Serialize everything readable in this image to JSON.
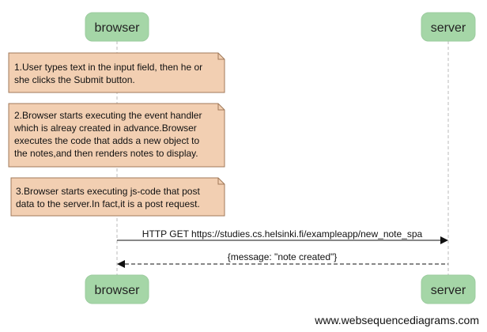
{
  "participants": {
    "browser": "browser",
    "server": "server"
  },
  "notes": [
    {
      "lines": [
        "1.User types text in the input field, then he or",
        "she clicks the Submit button."
      ]
    },
    {
      "lines": [
        "2.Browser starts executing the event handler",
        "which is alreay created in advance.Browser",
        "executes the code that adds a new object to",
        "the notes,and then renders notes to display."
      ]
    },
    {
      "lines": [
        "3.Browser starts executing js-code that post",
        "data to the server.In fact,it is a post request."
      ]
    }
  ],
  "messages": [
    {
      "label": "HTTP GET https://studies.cs.helsinki.fi/exampleapp/new_note_spa",
      "style": "solid"
    },
    {
      "label": "{message: \"note created\"}",
      "style": "dashed"
    }
  ],
  "footer": {
    "watermark": "www.websequencediagrams.com"
  },
  "colors": {
    "participant_fill": "#a5d6a7",
    "participant_stroke": "#9ccc9f",
    "note_fill": "#f2cfb2",
    "note_stroke": "#a17a5a",
    "lifeline": "#bbbbbb",
    "arrow": "#111111"
  }
}
